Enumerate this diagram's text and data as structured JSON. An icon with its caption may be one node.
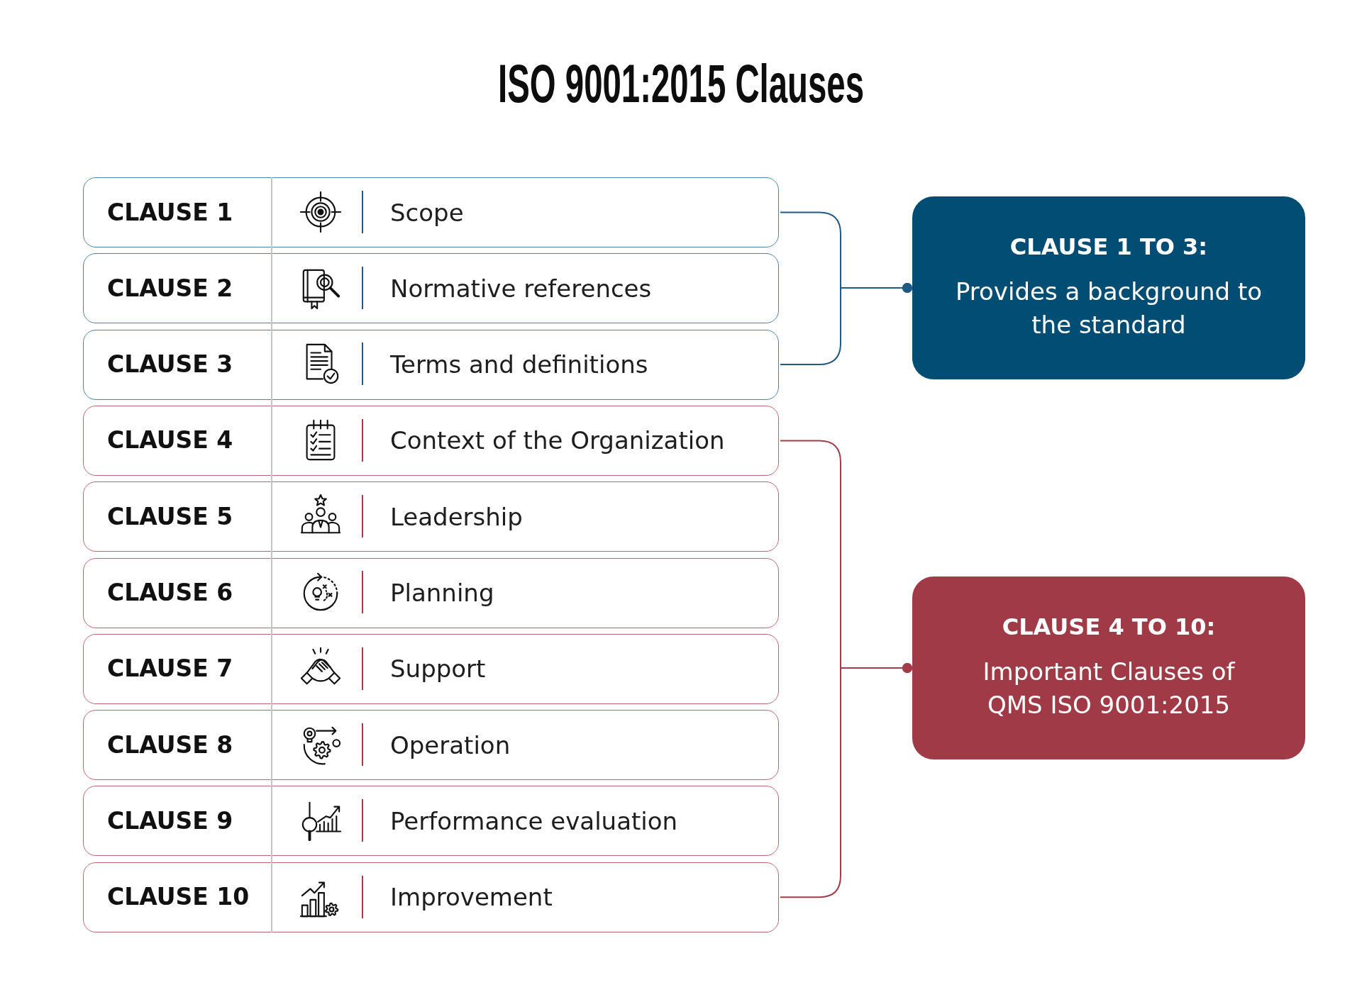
{
  "diagram": {
    "title": "ISO 9001:2015 Clauses",
    "nodes": [
      {
        "text": [
          "CLAUSE 1",
          "Scope"
        ]
      },
      {
        "text": [
          "CLAUSE 2",
          "Normative references"
        ]
      },
      {
        "text": [
          "CLAUSE 3",
          "Terms and definitions"
        ]
      },
      {
        "text": [
          "CLAUSE 4",
          "Context of the Organization"
        ]
      },
      {
        "text": [
          "CLAUSE 5",
          "Leadership"
        ]
      },
      {
        "text": [
          "CLAUSE 6",
          "Planning"
        ]
      },
      {
        "text": [
          "CLAUSE 7",
          "Support"
        ]
      },
      {
        "text": [
          "CLAUSE 8",
          "Operation"
        ]
      },
      {
        "text": [
          "CLAUSE 9",
          "Performance evaluation"
        ]
      },
      {
        "text": [
          "CLAUSE 10",
          "Improvement"
        ]
      },
      {
        "text": [
          "CLAUSE 1 TO 3:",
          "Provides a background to the standard"
        ]
      },
      {
        "text": [
          "CLAUSE 4 TO 10:",
          "Important Clauses of QMS ISO 9001:2015"
        ]
      }
    ],
    "edges": [
      {
        "from": 0,
        "to": 10,
        "arrow": "other",
        "color": "#1f5a84"
      },
      {
        "from": 2,
        "to": 10,
        "arrow": "other",
        "color": "#1f5a84"
      },
      {
        "from": 3,
        "to": 11,
        "arrow": "other",
        "color": "#a23c49"
      },
      {
        "from": 9,
        "to": 11,
        "arrow": "other",
        "color": "#a23c49"
      }
    ]
  }
}
